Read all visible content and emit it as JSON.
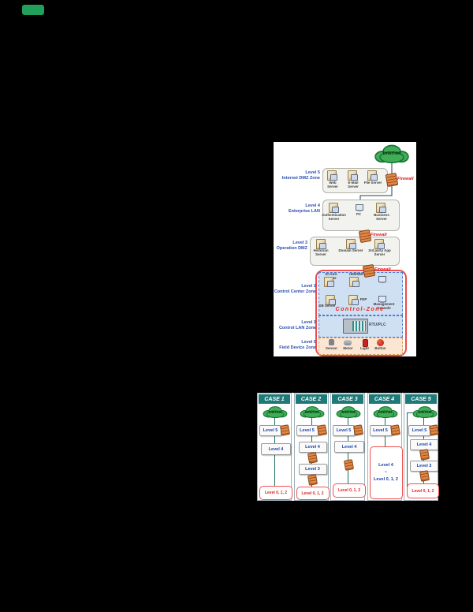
{
  "page": {
    "background": "#000000"
  },
  "badge": {
    "color": "#21a05c"
  },
  "figure1": {
    "internet": "Internet",
    "firewall": "Firewall",
    "control_zone": "Control-Zone",
    "level5": {
      "line1": "Level 5",
      "line2": "Internet DMZ Zone",
      "servers": [
        "Web Server",
        "E-Mail Server",
        "File Server"
      ]
    },
    "level4": {
      "line1": "Level 4",
      "line2": "Enterprise LAN",
      "servers": [
        "Authentication Server",
        "PC",
        "Business Server"
      ]
    },
    "level3": {
      "line1": "Level 3",
      "line2": "Operation DMZ",
      "servers": [
        "Historian Server",
        "Domain Server",
        "3rd party App Server"
      ]
    },
    "level2": {
      "line1": "Level 2",
      "line2": "Control Center Zone",
      "scada": "SCADA Server",
      "hmi": "HMI/MMI",
      "db": "DB Server",
      "fep": "FEP",
      "console": "Management Console"
    },
    "level1": {
      "line1": "Level 1",
      "line2": "Control LAN Zone",
      "plc": "RTU/PLC"
    },
    "level0": {
      "line1": "Level 0",
      "line2": "Field Device Zone",
      "devices": [
        "Sensor",
        "Motor",
        "Light",
        "Button"
      ]
    }
  },
  "figure2": {
    "cases": [
      {
        "title": "CASE 1",
        "cloud": "Internet",
        "l5": "Level 5",
        "l4": "Level 4",
        "bottom": "Level 0, 1, 2"
      },
      {
        "title": "CASE 2",
        "cloud": "Internet",
        "l5": "Level 5",
        "l4": "Level 4",
        "l3": "Level 3",
        "bottom": "Level 0, 1, 2"
      },
      {
        "title": "CASE 3",
        "cloud": "Internet",
        "l5": "Level 5",
        "l4": "Level 4",
        "bottom": "Level 0, 1, 2"
      },
      {
        "title": "CASE 4",
        "cloud": "Internet",
        "l5": "Level 5",
        "box_line1": "Level 4",
        "box_line2": "~",
        "box_line3": "Level 0, 1, 2"
      },
      {
        "title": "CASE 5",
        "cloud": "Internet",
        "l5": "Level 5",
        "l4": "Level 4",
        "l3": "Level 3",
        "bottom": "Level 0, 1, 2"
      }
    ]
  },
  "colors": {
    "teal_header": "#1e7a78",
    "cloud_green": "#3fae57",
    "firewall_text": "#e01818",
    "control_zone_red": "#ef4b4b",
    "level_label_blue": "#2a4db0",
    "line_teal": "#1d6e5e"
  }
}
